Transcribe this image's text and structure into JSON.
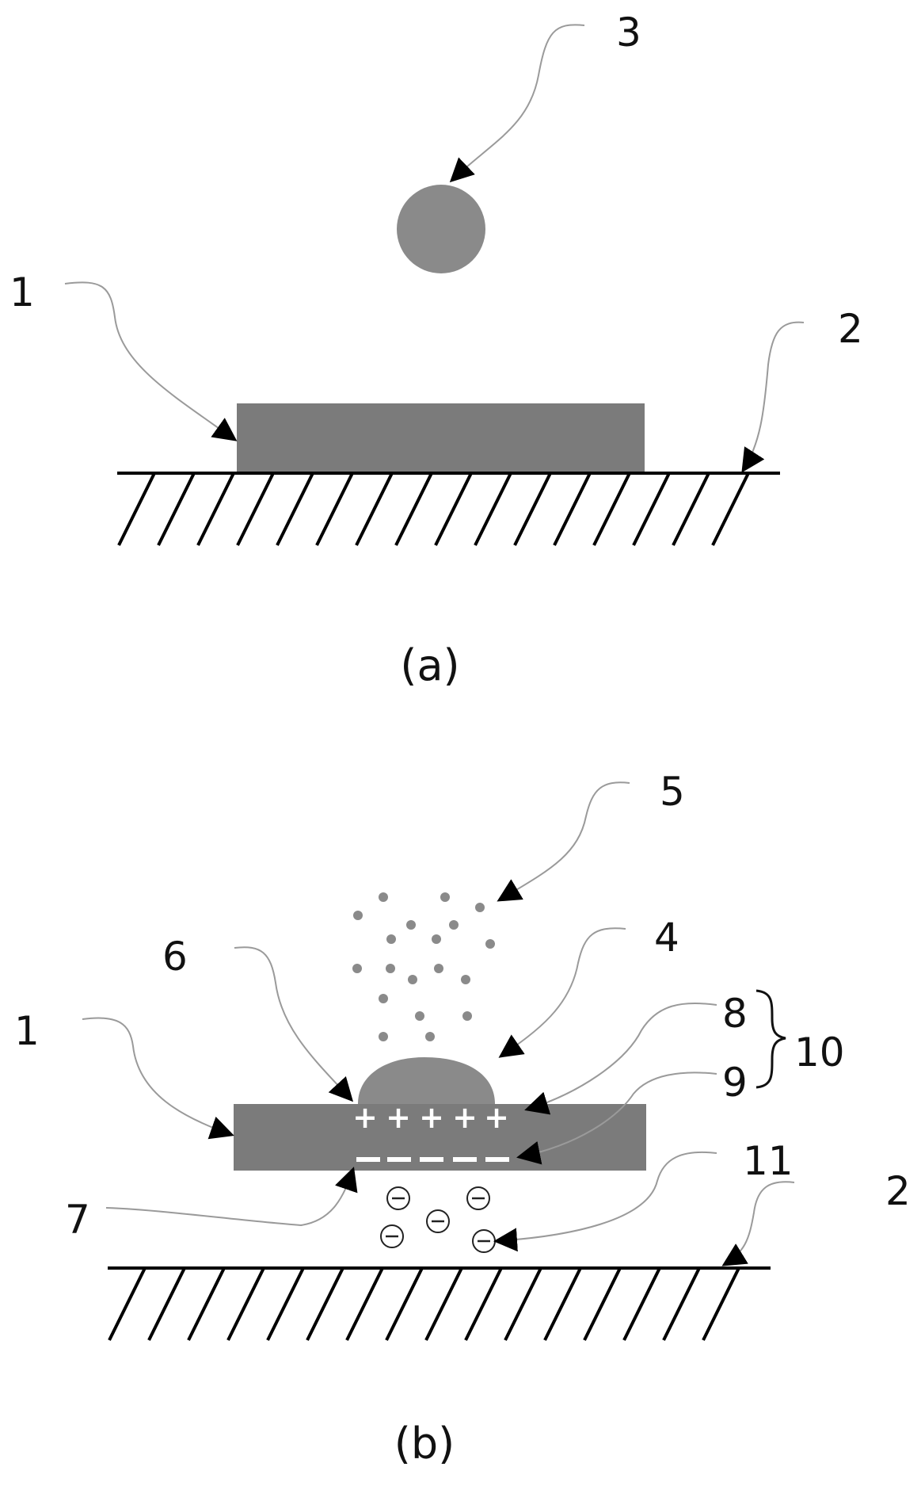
{
  "panel_a": {
    "caption": "(a)",
    "labels": {
      "substrate": "1",
      "ground": "2",
      "droplet": "3"
    },
    "colors": {
      "substrate": "#7b7b7b",
      "droplet": "#8a8a8a"
    }
  },
  "panel_b": {
    "caption": "(b)",
    "labels": {
      "substrate": "1",
      "ground": "2",
      "droplet_remnant": "4",
      "splash_droplets": "5",
      "contact_edge": "6",
      "gap": "7",
      "positive_layer": "8",
      "negative_layer": "9",
      "double_layer": "10",
      "electrons": "11"
    },
    "symbols": {
      "positive": "+",
      "negative": "–",
      "electron": "⊖"
    },
    "colors": {
      "substrate": "#7b7b7b",
      "droplet": "#8a8a8a",
      "splash": "#8a8a8a"
    }
  }
}
